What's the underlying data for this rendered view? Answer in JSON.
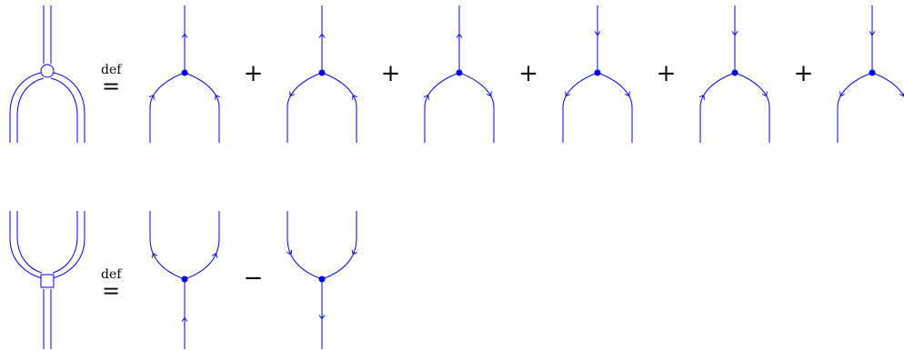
{
  "colors": {
    "propagator": "#0000ee",
    "double_line": "#0000ee",
    "operator_text": "#000000",
    "background": "#ffffff"
  },
  "row1": {
    "lhs_icon": "double-line-vertex-circle",
    "def_text": "def",
    "eq_text": "=",
    "terms": [
      {
        "stem": "up",
        "left": "up",
        "right": "up"
      },
      {
        "stem": "up",
        "left": "down",
        "right": "up"
      },
      {
        "stem": "up",
        "left": "up",
        "right": "down"
      },
      {
        "stem": "down",
        "left": "down",
        "right": "down"
      },
      {
        "stem": "down",
        "left": "up",
        "right": "down"
      },
      {
        "stem": "down",
        "left": "down",
        "right": "down"
      }
    ],
    "separators": [
      "+",
      "+",
      "+",
      "+",
      "+"
    ]
  },
  "row2": {
    "lhs_icon": "double-line-vertex-square",
    "def_text": "def",
    "eq_text": "=",
    "terms": [
      {
        "stem": "up",
        "left": "up",
        "right": "up"
      },
      {
        "stem": "down",
        "left": "down",
        "right": "down"
      }
    ],
    "separators": [
      "−"
    ]
  }
}
